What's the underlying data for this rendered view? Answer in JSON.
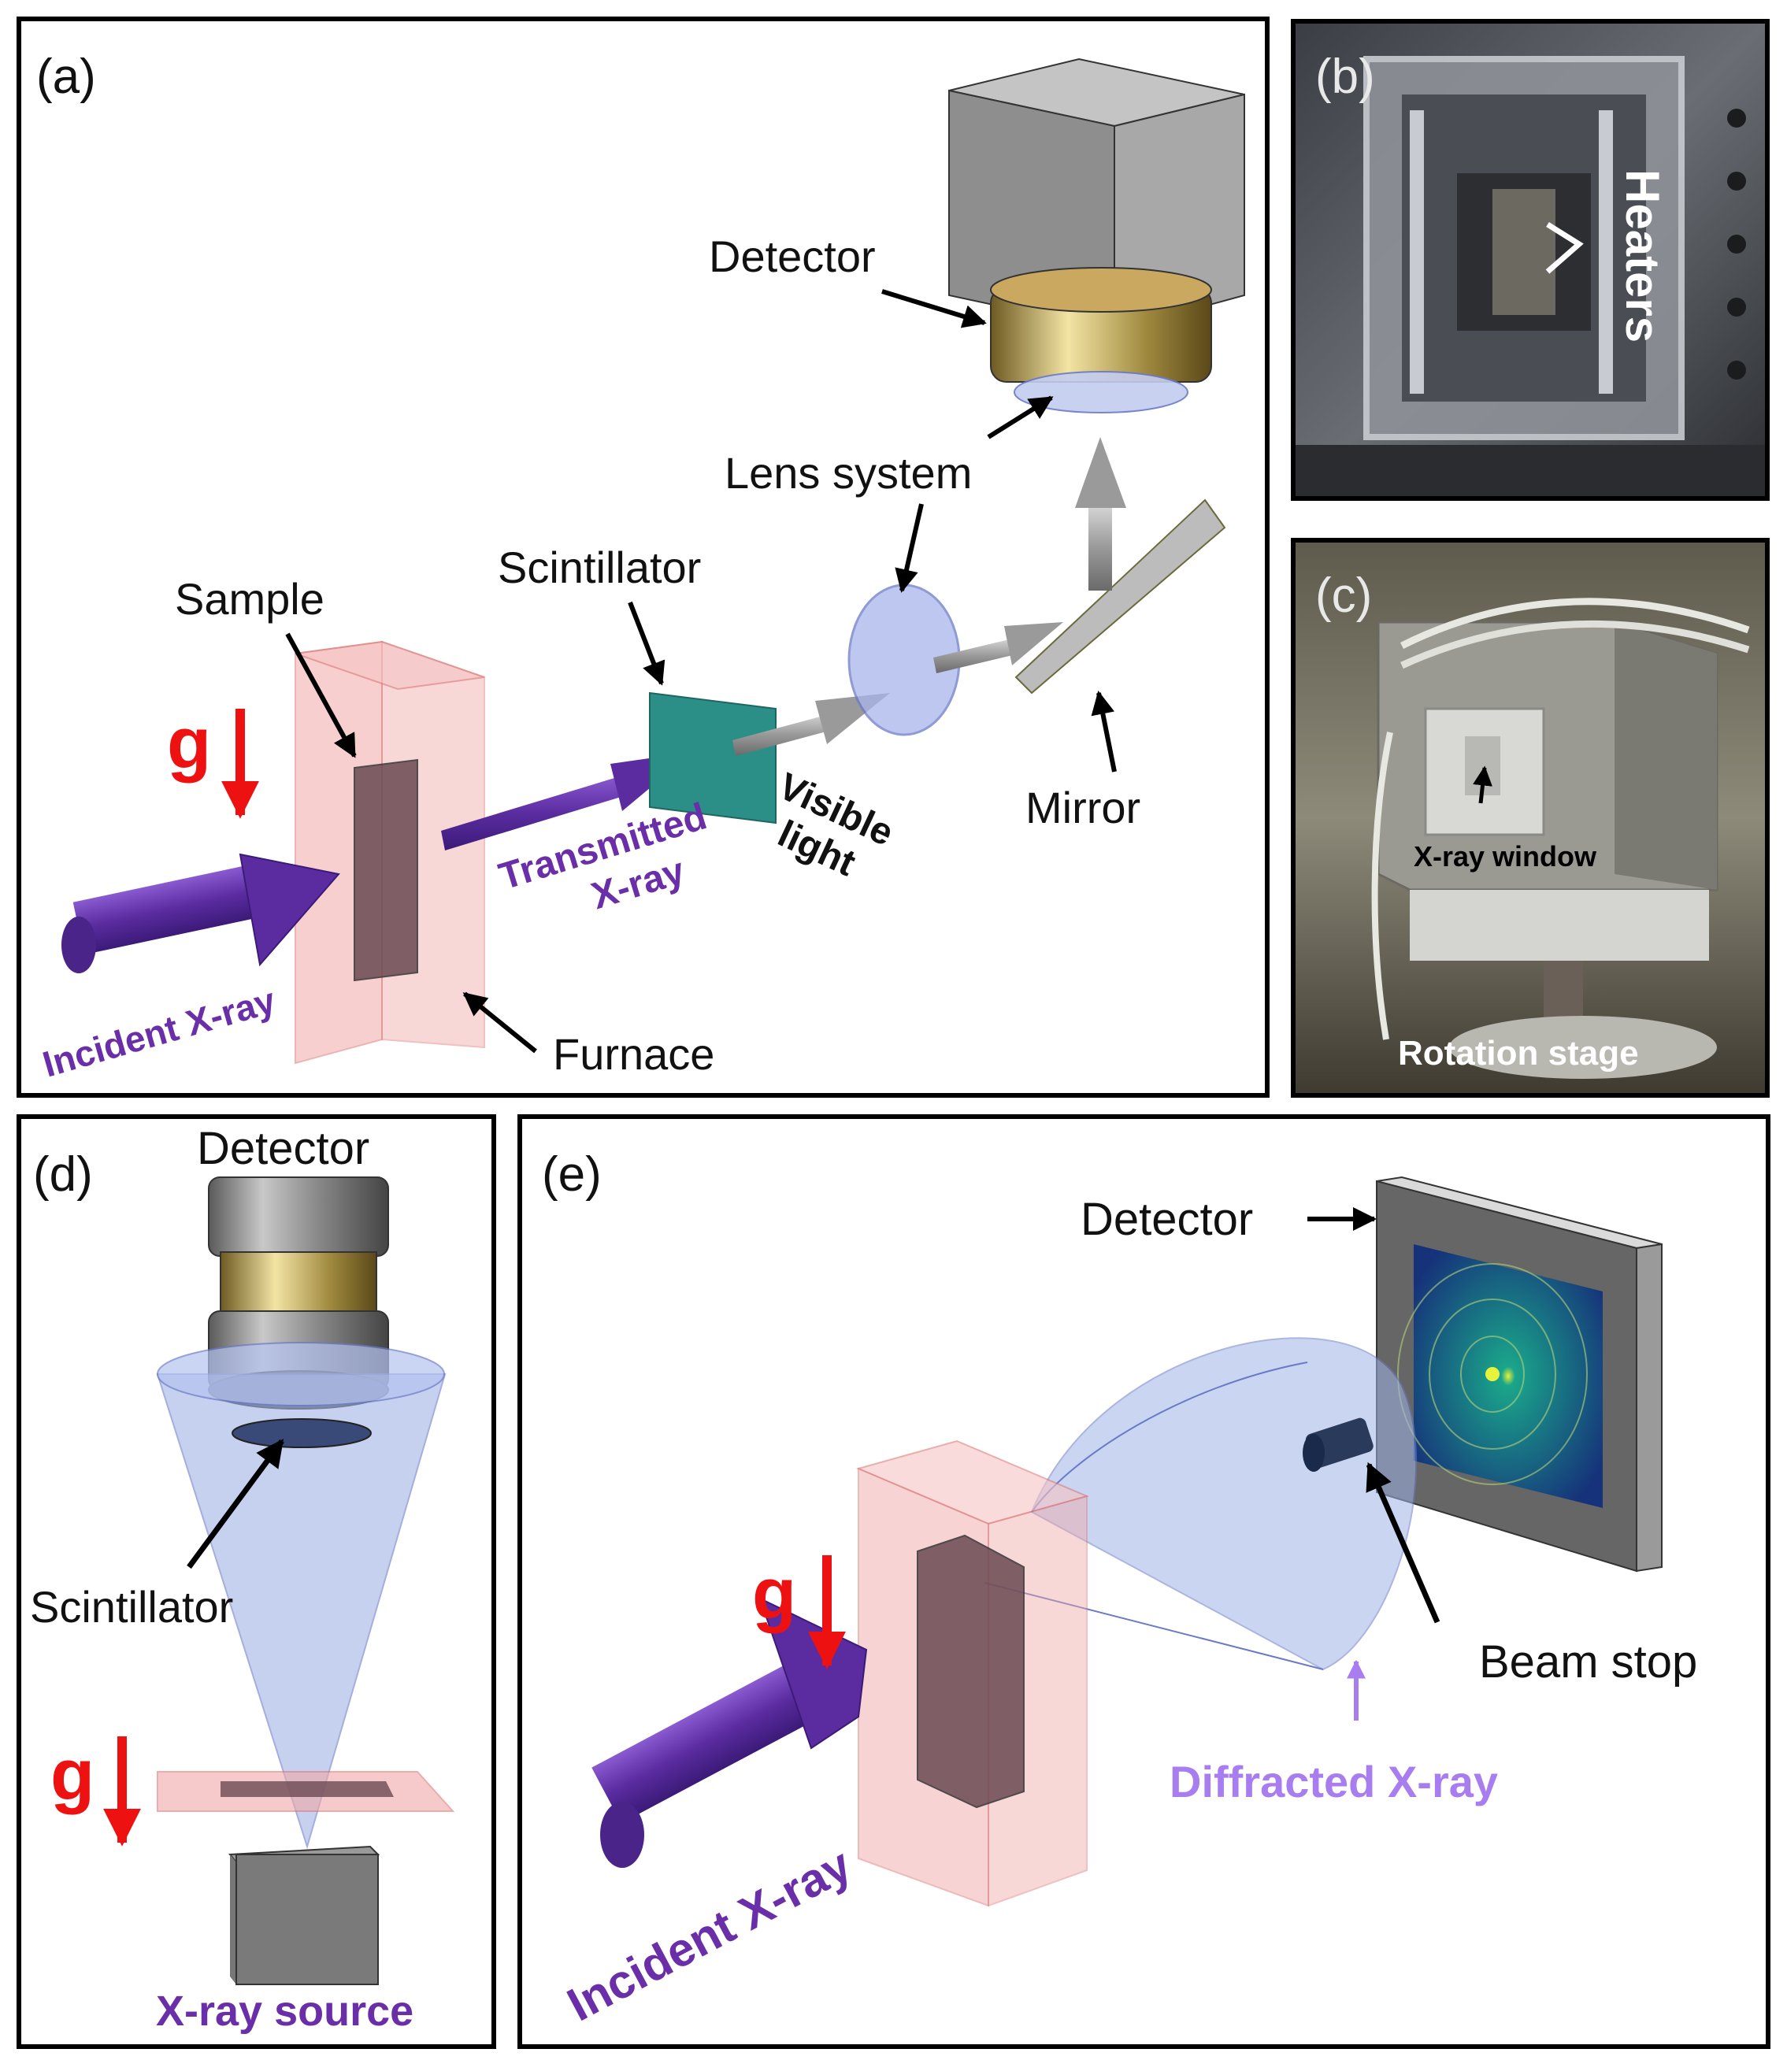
{
  "panels": {
    "a": {
      "tag": "(a)",
      "detector": "Detector",
      "lens": "Lens system",
      "scintillator": "Scintillator",
      "sample": "Sample",
      "mirror": "Mirror",
      "furnace": "Furnace",
      "visible1": "Visible",
      "visible2": "light",
      "transmitted1": "Transmitted",
      "transmitted2": "X-ray",
      "incident": "Incident X-ray",
      "g": "g"
    },
    "b": {
      "tag": "(b)",
      "heaters": "Heaters"
    },
    "c": {
      "tag": "(c)",
      "window": "X-ray window",
      "stage": "Rotation stage"
    },
    "d": {
      "tag": "(d)",
      "detector": "Detector",
      "scintillator": "Scintillator",
      "g": "g",
      "source": "X-ray source"
    },
    "e": {
      "tag": "(e)",
      "detector": "Detector",
      "beamstop": "Beam stop",
      "diffracted": "Diffracted X-ray",
      "incident": "Incident X-ray",
      "g": "g"
    }
  },
  "colors": {
    "xray": "#6a2fa8",
    "diffracted": "#a77df0",
    "gravity": "#ee1111",
    "furnace": "#f1a8a8",
    "scintillator": "#2c8f87",
    "cone": "#9fb3e6"
  }
}
